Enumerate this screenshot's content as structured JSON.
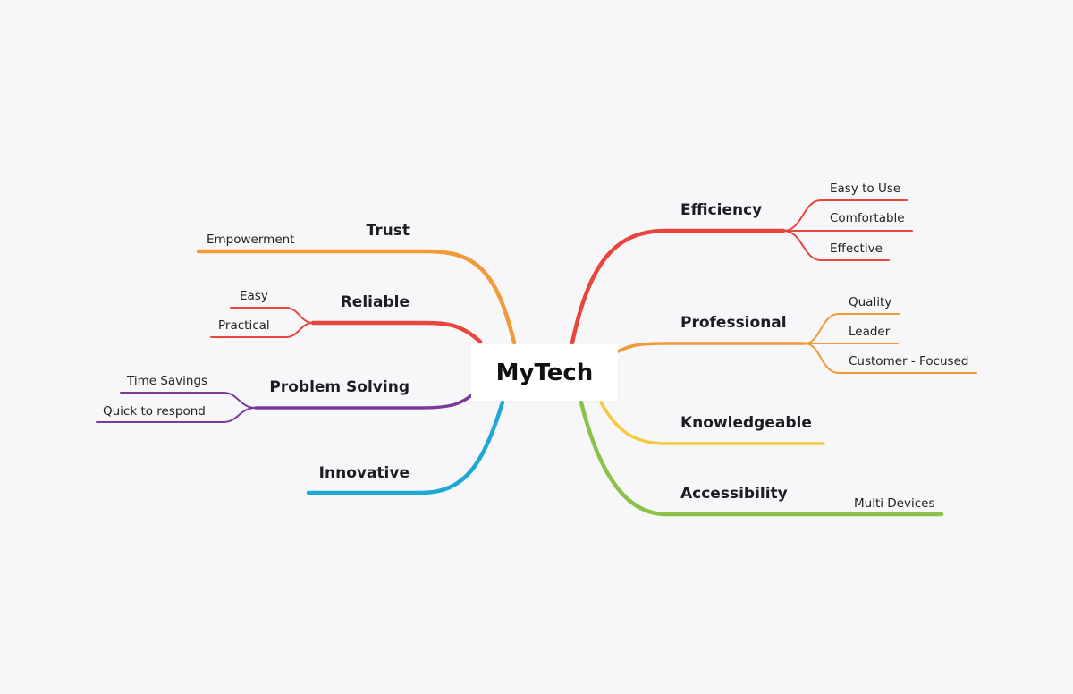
{
  "center": {
    "label": "MyTech"
  },
  "colors": {
    "trust": "#f29a38",
    "reliable": "#e8453c",
    "problem_solving": "#7b3a98",
    "innovative": "#1fa8d4",
    "efficiency": "#e8453c",
    "professional": "#f29a38",
    "knowledgeable": "#f6c83d",
    "accessibility": "#8bc34a"
  },
  "left_branches": {
    "trust": {
      "label": "Trust",
      "children": [
        "Empowerment"
      ]
    },
    "reliable": {
      "label": "Reliable",
      "children": [
        "Easy",
        "Practical"
      ]
    },
    "problem_solving": {
      "label": "Problem Solving",
      "children": [
        "Time Savings",
        "Quick to respond"
      ]
    },
    "innovative": {
      "label": "Innovative",
      "children": []
    }
  },
  "right_branches": {
    "efficiency": {
      "label": "Efficiency",
      "children": [
        "Easy to Use",
        "Comfortable",
        "Effective"
      ]
    },
    "professional": {
      "label": "Professional",
      "children": [
        "Quality",
        "Leader",
        "Customer - Focused"
      ]
    },
    "knowledgeable": {
      "label": "Knowledgeable",
      "children": []
    },
    "accessibility": {
      "label": "Accessibility",
      "children": [
        "Multi Devices"
      ]
    }
  }
}
